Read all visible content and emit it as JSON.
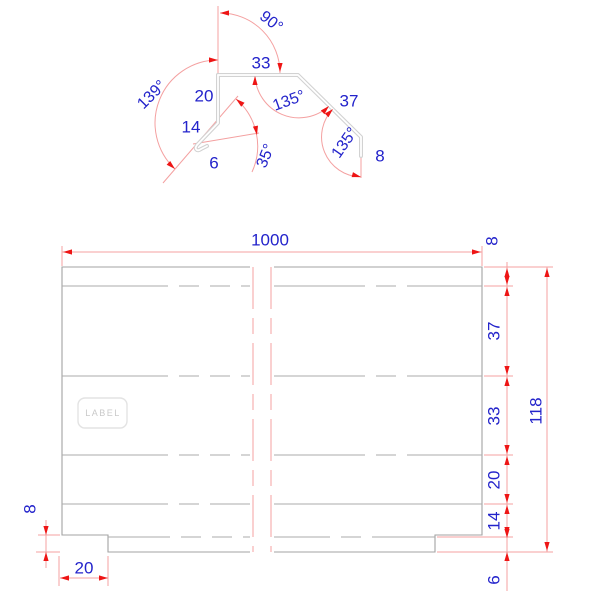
{
  "drawing_title": "sheet-metal flashing profile and flat pattern",
  "colors": {
    "dimension_text": "#2323cb",
    "dimension_line": "#f4a0a0",
    "arrow": "#ee1515",
    "profile_stroke": "#d2d2d2",
    "sheet_outline": "#a3a3a3",
    "label_box_border": "#e3e3e3",
    "label_box_text": "#c9c9c9"
  },
  "profile": {
    "angle_90": "90°",
    "angle_139": "139°",
    "angle_135_top": "135°",
    "angle_135_right": "135°",
    "angle_35": "35°",
    "len_33": "33",
    "len_20": "20",
    "len_14": "14",
    "len_6": "6",
    "len_37": "37",
    "len_8": "8"
  },
  "flat": {
    "overall_width": "1000",
    "overall_height": "118",
    "right_dims": [
      "8",
      "37",
      "33",
      "20",
      "14",
      "6"
    ],
    "notch_height": "8",
    "notch_width": "20",
    "label_box_text": "LABEL"
  }
}
